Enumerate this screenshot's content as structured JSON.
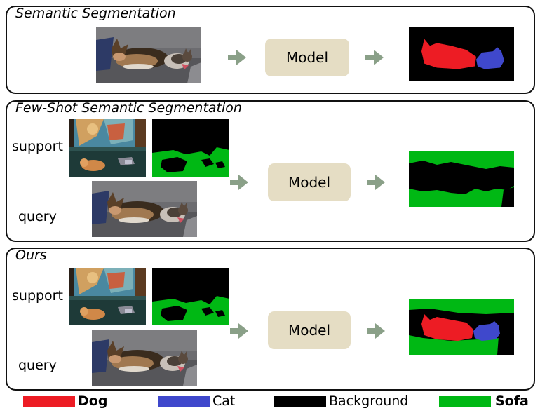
{
  "panels": {
    "semantic": {
      "title": "Semantic Segmentation",
      "model_label": "Model"
    },
    "fewshot": {
      "title": "Few-Shot Semantic Segmentation",
      "model_label": "Model",
      "support_label": "support",
      "query_label": "query"
    },
    "ours": {
      "title": "Ours",
      "model_label": "Model",
      "support_label": "support",
      "query_label": "query"
    }
  },
  "legend": [
    {
      "label": "Dog",
      "color": "#ed1c24"
    },
    {
      "label": "Cat",
      "color": "#3f48cc"
    },
    {
      "label": "Background",
      "color": "#000000"
    },
    {
      "label": "Sofa",
      "color": "#00b814"
    }
  ],
  "colors": {
    "arrow": "#8aa088",
    "model_box": "#e5ddc4",
    "border": "#111111"
  }
}
